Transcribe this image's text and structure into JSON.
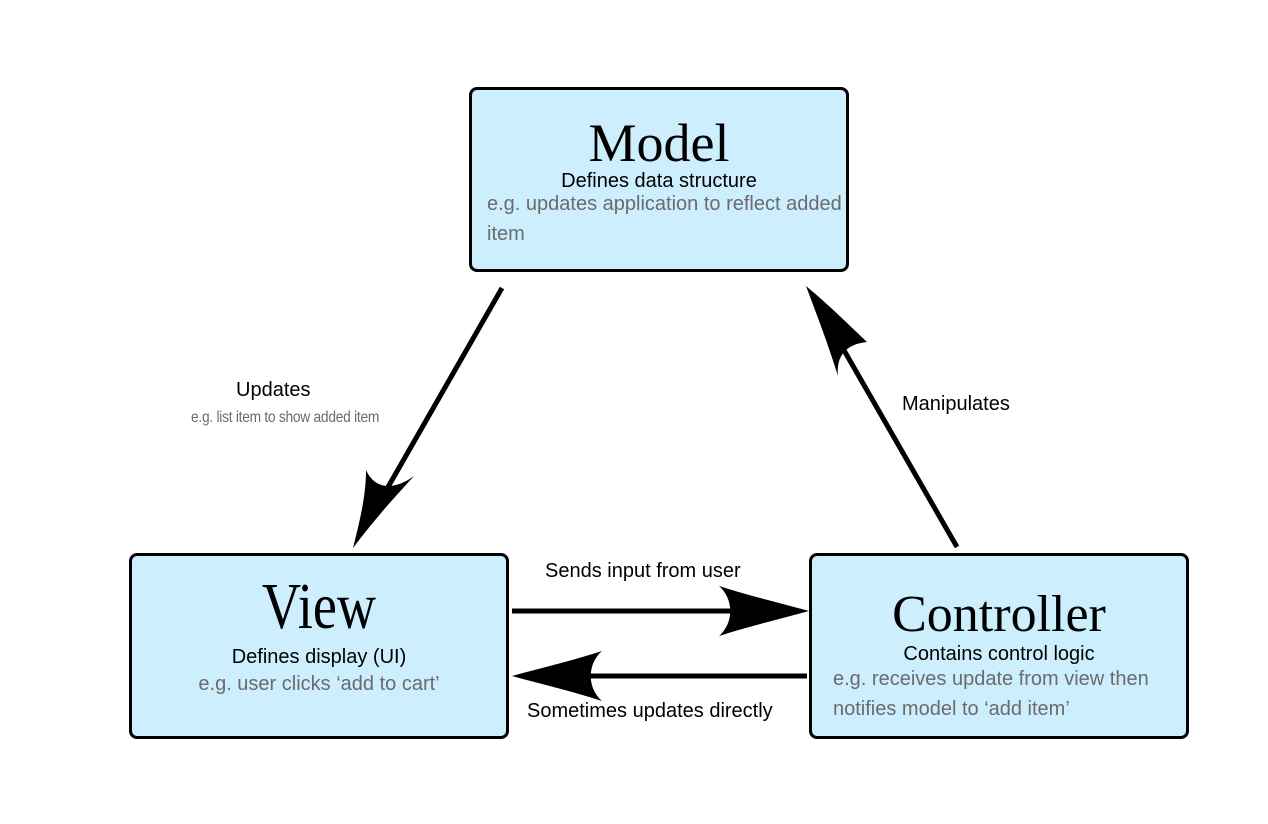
{
  "model": {
    "title": "Model",
    "subtitle": "Defines data structure",
    "example": "e.g. updates application to reflect added item"
  },
  "view": {
    "title": "View",
    "subtitle": "Defines display (UI)",
    "example": "e.g. user clicks ‘add to cart’"
  },
  "controller": {
    "title": "Controller",
    "subtitle": "Contains control logic",
    "example": "e.g. receives update from view then notifies model to ‘add item’"
  },
  "edges": {
    "model_to_view": {
      "label": "Updates",
      "example": "e.g. list item to show added item"
    },
    "controller_to_model": {
      "label": "Manipulates"
    },
    "view_to_controller": {
      "label": "Sends input from user"
    },
    "controller_to_view": {
      "label": "Sometimes updates directly"
    }
  },
  "colors": {
    "box_fill": "#cdeefd",
    "box_border": "#000000",
    "example_text": "#6b6b6b",
    "arrow": "#000000"
  }
}
